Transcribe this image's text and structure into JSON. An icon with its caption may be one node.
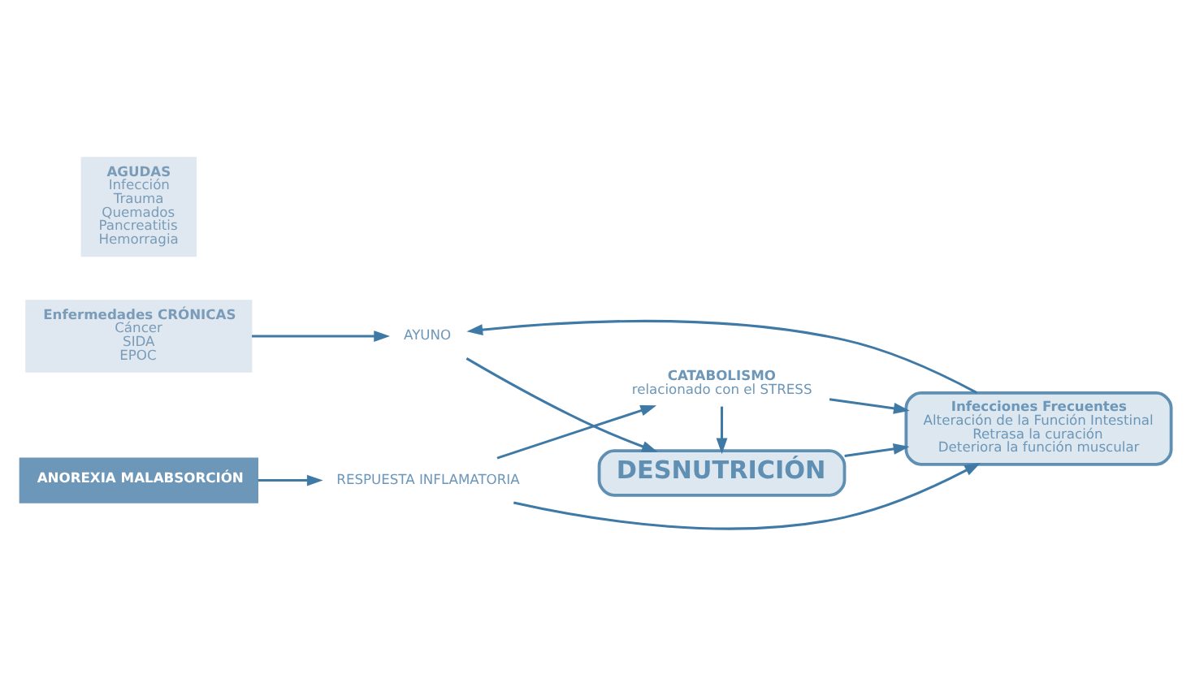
{
  "diagram": {
    "nodes": [
      {
        "text": [
          "Enfermedades CRÓNICAS",
          "Cáncer",
          "SIDA",
          "EPOC"
        ]
      },
      {
        "text": [
          "ANOREXIA MALABSORCIÓN"
        ]
      },
      {
        "text": [
          "AGUDAS",
          "Infección",
          "Trauma",
          "Quemados",
          "Pancreatitis",
          "Hemorragia"
        ]
      },
      {
        "text": [
          "AYUNO"
        ]
      },
      {
        "text": [
          "DESNUTRICIÓN"
        ]
      },
      {
        "text": [
          "RESPUESTA INFLAMATORIA"
        ]
      },
      {
        "text": [
          "CATABOLISMO",
          "relacionado con el STRESS"
        ]
      },
      {
        "text": [
          "Infecciones Frecuentes",
          "Alteración de la Función Intestinal",
          "Retrasa la curación",
          "Deteriora la función muscular"
        ]
      }
    ],
    "edges": [
      {
        "from": 0,
        "to": 3,
        "arrow": "to"
      },
      {
        "from": 3,
        "to": 4,
        "arrow": "to"
      },
      {
        "from": 1,
        "to": 5,
        "arrow": "to"
      },
      {
        "from": 5,
        "to": 6,
        "arrow": "to"
      },
      {
        "from": 6,
        "to": 4,
        "arrow": "to"
      },
      {
        "from": 5,
        "to": 7,
        "arrow": "to"
      },
      {
        "from": 6,
        "to": 7,
        "arrow": "to"
      },
      {
        "from": 4,
        "to": 7,
        "arrow": "to"
      },
      {
        "from": 7,
        "to": 3,
        "arrow": "to"
      }
    ]
  }
}
